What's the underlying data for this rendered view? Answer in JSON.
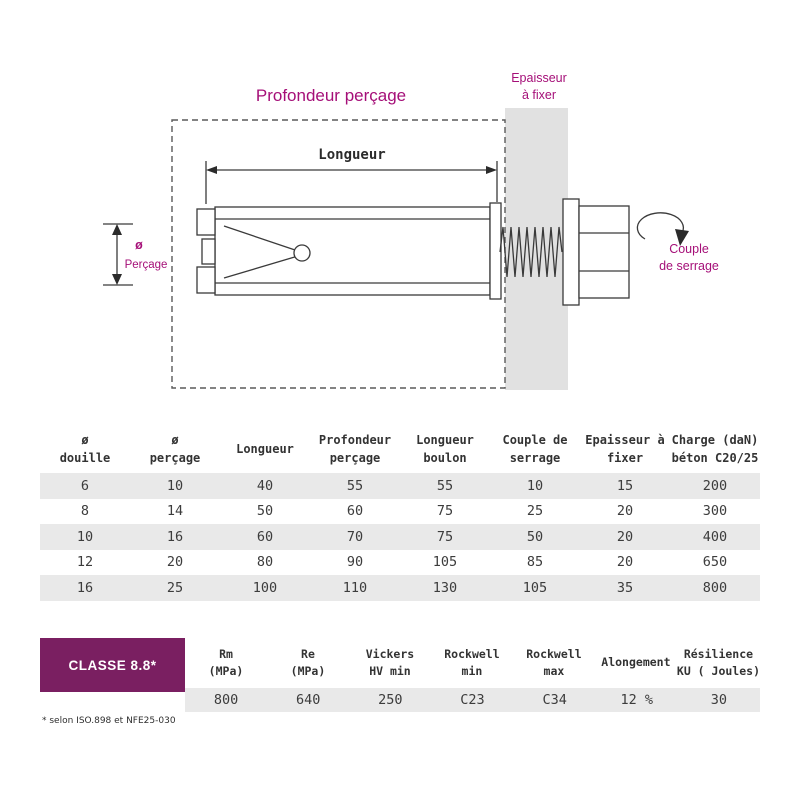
{
  "colors": {
    "accent_magenta": "#a50f78",
    "classe_badge_bg": "#7a1f61",
    "fixture_band": "#e1e1e1",
    "row_alt": "#e9e9e9",
    "line": "#3a3a3a"
  },
  "diagram": {
    "title": "Profondeur perçage",
    "epaisseur": {
      "line1": "Epaisseur",
      "line2": "à fixer"
    },
    "longueur": "Longueur",
    "diameter": {
      "symbol": "ø",
      "label": "Perçage"
    },
    "couple": {
      "line1": "Couple",
      "line2": "de serrage"
    }
  },
  "table1": {
    "headers": [
      {
        "line1": "ø",
        "line2": "douille"
      },
      {
        "line1": "ø",
        "line2": "perçage"
      },
      {
        "line1": "Longueur",
        "line2": ""
      },
      {
        "line1": "Profondeur",
        "line2": "perçage"
      },
      {
        "line1": "Longueur",
        "line2": "boulon"
      },
      {
        "line1": "Couple de",
        "line2": "serrage"
      },
      {
        "line1": "Epaisseur à",
        "line2": "fixer"
      },
      {
        "line1": "Charge (daN)",
        "line2": "béton C20/25"
      }
    ],
    "rows": [
      [
        "6",
        "10",
        "40",
        "55",
        "55",
        "10",
        "15",
        "200"
      ],
      [
        "8",
        "14",
        "50",
        "60",
        "75",
        "25",
        "20",
        "300"
      ],
      [
        "10",
        "16",
        "60",
        "70",
        "75",
        "50",
        "20",
        "400"
      ],
      [
        "12",
        "20",
        "80",
        "90",
        "105",
        "85",
        "20",
        "650"
      ],
      [
        "16",
        "25",
        "100",
        "110",
        "130",
        "105",
        "35",
        "800"
      ]
    ]
  },
  "table2": {
    "classe": "CLASSE 8.8*",
    "headers": [
      {
        "line1": "Rm",
        "line2": "(MPa)"
      },
      {
        "line1": "Re",
        "line2": "(MPa)"
      },
      {
        "line1": "Vickers",
        "line2": "HV min"
      },
      {
        "line1": "Rockwell",
        "line2": "min"
      },
      {
        "line1": "Rockwell",
        "line2": "max"
      },
      {
        "line1": "Alongement",
        "line2": ""
      },
      {
        "line1": "Résilience",
        "line2": "KU ( Joules)"
      }
    ],
    "values": [
      "800",
      "640",
      "250",
      "C23",
      "C34",
      "12 %",
      "30"
    ]
  },
  "footnote": "* selon ISO.898 et NFE25-030"
}
